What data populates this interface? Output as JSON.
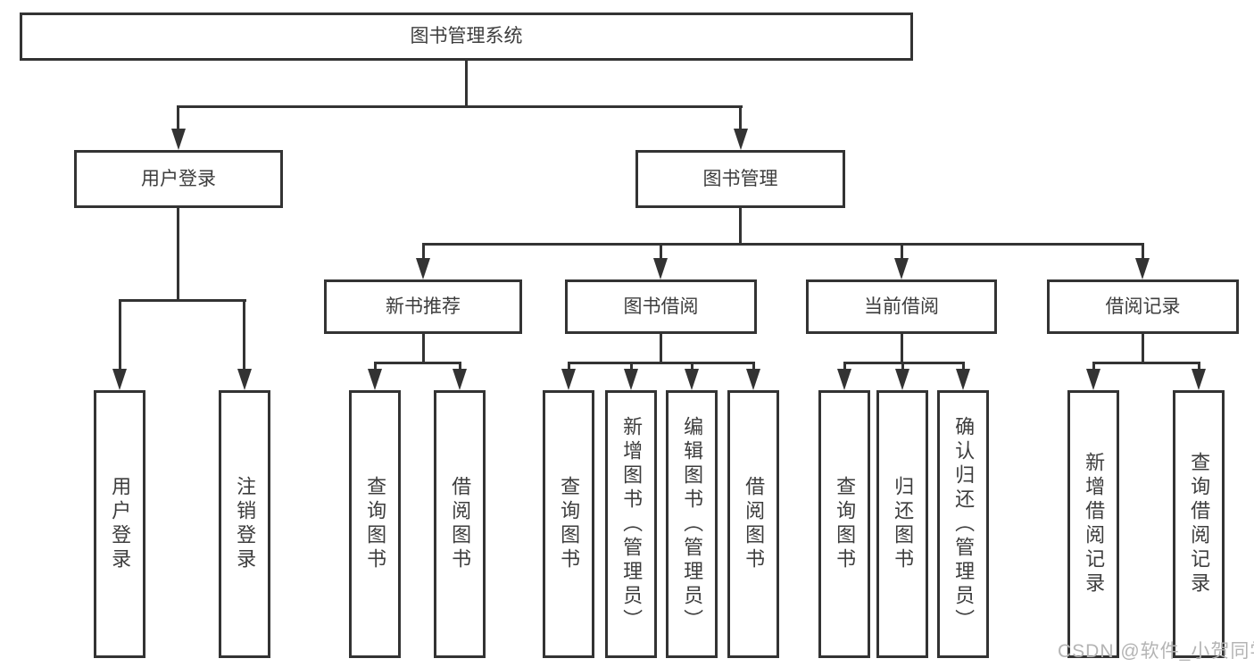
{
  "colors": {
    "line": "#333333",
    "text": "#3d3d3d",
    "box_bg": "#ffffff",
    "background": "#ffffff",
    "watermark": "#b4b4b4"
  },
  "watermark": {
    "text": "CSDN @软件_小贺同学"
  },
  "tree": {
    "label": "图书管理系统",
    "children": [
      {
        "label": "用户登录",
        "children": [
          {
            "label": "用户登录"
          },
          {
            "label": "注销登录"
          }
        ]
      },
      {
        "label": "图书管理",
        "children": [
          {
            "label": "新书推荐",
            "children": [
              {
                "label": "查询图书"
              },
              {
                "label": "借阅图书"
              }
            ]
          },
          {
            "label": "图书借阅",
            "children": [
              {
                "label": "查询图书"
              },
              {
                "label": "新增图书（管理员）"
              },
              {
                "label": "编辑图书（管理员）"
              },
              {
                "label": "借阅图书"
              }
            ]
          },
          {
            "label": "当前借阅",
            "children": [
              {
                "label": "查询图书"
              },
              {
                "label": "归还图书"
              },
              {
                "label": "确认归还（管理员）"
              }
            ]
          },
          {
            "label": "借阅记录",
            "children": [
              {
                "label": "新增借阅记录"
              },
              {
                "label": "查询借阅记录"
              }
            ]
          }
        ]
      }
    ]
  }
}
